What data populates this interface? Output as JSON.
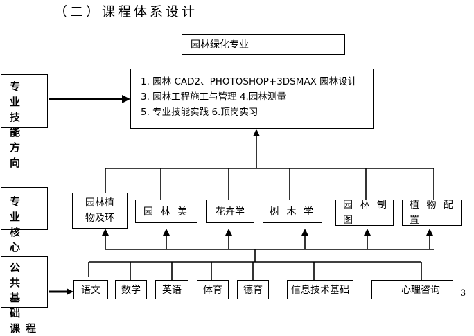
{
  "heading": "（二）课程体系设计",
  "major": "园林绿化专业",
  "skills_lines": [
    "1. 园林 CAD2、PHOTOSHOP+3DSMAX 园林设计",
    "3. 园林工程施工与管理 4.园林测量",
    "5. 专业技能实践 6.顶岗实习"
  ],
  "left_labels": {
    "skill": [
      "专 业",
      "技 能",
      "方 向"
    ],
    "core": [
      "专 业",
      "核 心"
    ],
    "public": [
      "公 共",
      "基 础",
      "课程"
    ]
  },
  "core_courses": [
    {
      "line1": "园林植",
      "line2": "物及环"
    },
    {
      "line1": "园 林 美"
    },
    {
      "line1": "花卉学"
    },
    {
      "line1": "树 木 学"
    },
    {
      "line1": "园 林 制",
      "line2": "图"
    },
    {
      "line1": "植 物 配",
      "line2": "置"
    }
  ],
  "public_courses": [
    "语文",
    "数学",
    "英语",
    "体育",
    "德育",
    "信息技术基础",
    "心理咨询"
  ],
  "page_number": "3"
}
